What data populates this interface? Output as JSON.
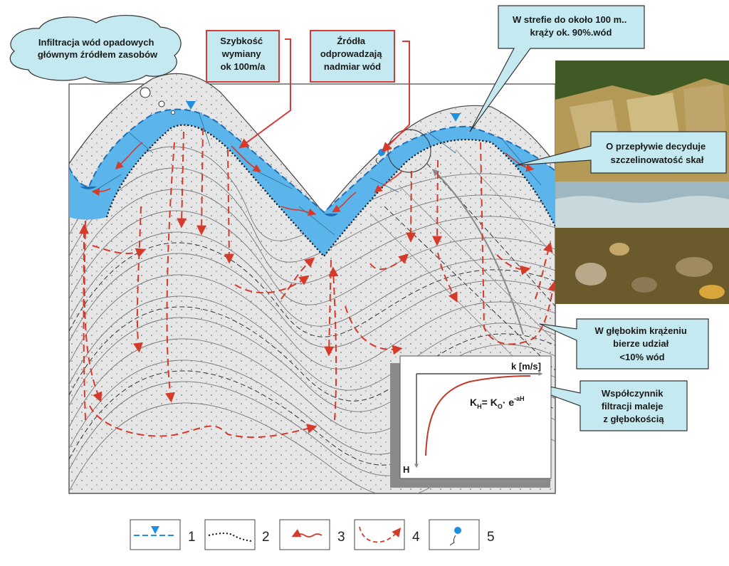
{
  "callouts": {
    "infiltration": [
      "Infiltracja wód opadowych",
      "głównym źródłem zasobów"
    ],
    "exchange_rate": [
      "Szybkość",
      "wymiany",
      "ok 100m/a"
    ],
    "springs": [
      "Źródła",
      "odprowadzają",
      "nadmiar wód"
    ],
    "shallow_zone": [
      "W strefie do około 100 m..",
      "krąży ok. 90%.wód"
    ],
    "fractures": [
      "O przepływie decyduje",
      "szczelinowatość skał"
    ],
    "deep_circulation": [
      "W głębokim krążeniu",
      "bierze udział",
      "<10% wód"
    ],
    "coefficient": [
      "Współczynnik",
      "filtracji maleje",
      "z głębokością"
    ]
  },
  "inset_graph": {
    "x_axis_label": "k [m/s]",
    "y_axis_label": "H",
    "formula_parts": {
      "k": "K",
      "k_sub": "H",
      "eq": "= K",
      "k0_sub": "O",
      "dot": "· e",
      "exp": "-aH"
    }
  },
  "legend": {
    "items": [
      {
        "number": "1",
        "icon": "water-table-icon"
      },
      {
        "number": "2",
        "icon": "dotted-boundary-icon"
      },
      {
        "number": "3",
        "icon": "shallow-flow-arrow-icon"
      },
      {
        "number": "4",
        "icon": "deep-flow-arrow-icon"
      },
      {
        "number": "5",
        "icon": "spring-icon"
      }
    ]
  },
  "colors": {
    "water_zone": "#5bb4ea",
    "rock": "#e6e6e6",
    "flow_arrows": "#d63a2a",
    "callout_fill": "#c5e9f0",
    "highlight_border": "#d83a3a",
    "water_table_marker": "#1f8fe0"
  }
}
